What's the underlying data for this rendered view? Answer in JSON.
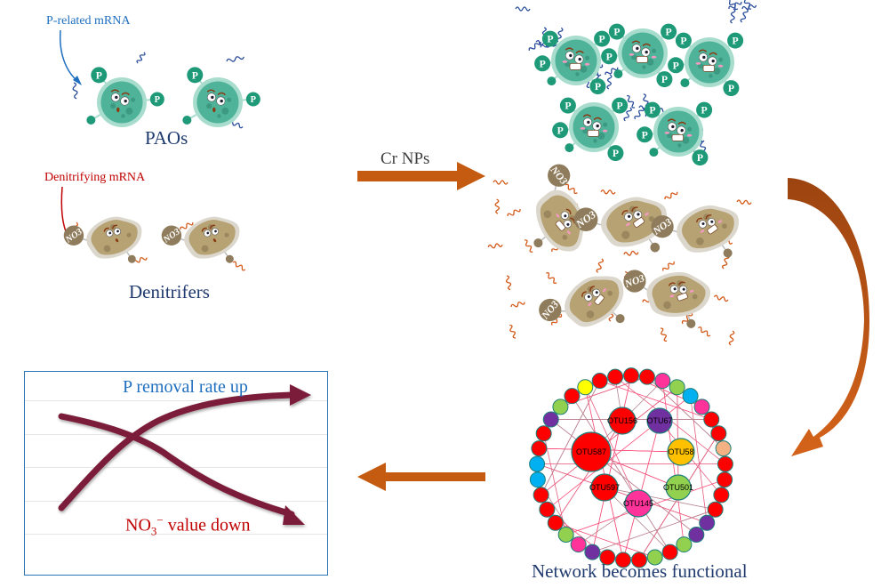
{
  "panels": {
    "before": {
      "paos_annotation": "P-related mRNA",
      "paos_label": "PAOs",
      "denitrifiers_annotation": "Denitrifying mRNA",
      "denitrifiers_label": "Denitrifers",
      "phosphate_marker": "P",
      "nitrate_marker": "NO3"
    },
    "treatment": {
      "arrow_label": "Cr NPs"
    },
    "network": {
      "caption": "Network becomes functional",
      "hub_nodes": [
        {
          "label": "OTU156",
          "color": "#ff0000"
        },
        {
          "label": "OTU67",
          "color": "#7030a0"
        },
        {
          "label": "OTU587",
          "color": "#ff0000"
        },
        {
          "label": "OTU58",
          "color": "#ffc000"
        },
        {
          "label": "OTU597",
          "color": "#ff0000"
        },
        {
          "label": "OTU501",
          "color": "#92d050"
        },
        {
          "label": "OTU145",
          "color": "#ff3399"
        }
      ],
      "ring_colors": [
        "#ff0000",
        "#ff0000",
        "#ff3399",
        "#92d050",
        "#00b0f0",
        "#ff3399",
        "#ff0000",
        "#ff0000",
        "#f4b183",
        "#ff0000",
        "#ff0000",
        "#ff0000",
        "#ff0000",
        "#7030a0",
        "#7030a0",
        "#92d050",
        "#ff0000",
        "#92d050",
        "#ff0000",
        "#ff0000",
        "#ff0000",
        "#7030a0",
        "#ff3399",
        "#92d050",
        "#ff0000",
        "#ff0000",
        "#ff0000",
        "#00b0f0",
        "#00b0f0",
        "#ff0000",
        "#ff0000",
        "#7030a0",
        "#92d050",
        "#ff0000",
        "#ffff00",
        "#ff0000",
        "#ff0000"
      ]
    },
    "outcome": {
      "up_label": "P removal rate up",
      "down_label_main": "NO",
      "down_label_sub": "3",
      "down_label_sup": "−",
      "down_label_rest": " value down"
    }
  },
  "colors": {
    "pao_body": "#4fb39a",
    "pao_ring": "#a8dccd",
    "pao_marker": "#1f9a78",
    "mrna_blue": "#2b4e9c",
    "mrna_orange": "#d45a1a",
    "denit_body": "#b7a274",
    "denit_ring": "#dcd7cc",
    "nitrate_marker": "#8f7c5c",
    "arrow_orange": "#c55a11",
    "trend_line": "#7b1f3a",
    "label_blue": "#1f6fc0",
    "label_red": "#c00000",
    "label_navy": "#1f3a6e",
    "chart_border": "#2e75b6"
  }
}
